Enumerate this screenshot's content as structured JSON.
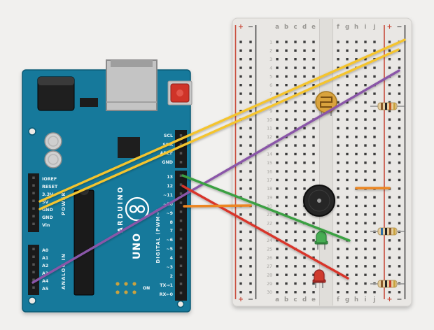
{
  "canvas": {
    "background": "#f1f0ee"
  },
  "arduino": {
    "board_color": "#15799b",
    "reset_button_color": "#cf3428",
    "brand": "ARDUINO",
    "model": "UNO",
    "on_label": "ON",
    "sections": {
      "digital": "DIGITAL (PWM~)",
      "power": "POWER",
      "analog": "ANALOG IN"
    },
    "top_pins": [
      "SCL",
      "SDA",
      "AREF",
      "GND"
    ],
    "digital_pins": [
      "13",
      "12",
      "~11",
      "~10",
      "~9",
      "8",
      "7",
      "~6",
      "~5",
      "4",
      "~3",
      "2",
      "TX→1",
      "RX←0"
    ],
    "power_pins": [
      "IOREF",
      "RESET",
      "3.3V",
      "5V",
      "GND",
      "GND",
      "Vin"
    ],
    "analog_pins": [
      "A0",
      "A1",
      "A2",
      "A3",
      "A4",
      "A5"
    ]
  },
  "breadboard": {
    "plus": "+",
    "minus": "−",
    "rail_positive_color": "#c84b3b",
    "rail_negative_color": "#474747",
    "columns_left": [
      "a",
      "b",
      "c",
      "d",
      "e"
    ],
    "columns_right": [
      "f",
      "g",
      "h",
      "i",
      "j"
    ],
    "row_numbers": [
      "1",
      "2",
      "3",
      "4",
      "5",
      "6",
      "7",
      "8",
      "9",
      "10",
      "11",
      "12",
      "13",
      "14",
      "15",
      "16",
      "17",
      "18",
      "19",
      "20",
      "21",
      "22",
      "23",
      "24",
      "25",
      "26",
      "27",
      "28",
      "29",
      "30"
    ]
  },
  "components": {
    "photoresistor": {
      "name": "photoresistor",
      "body": "#d9a33c",
      "squiggle": "#7a4f12"
    },
    "buzzer": {
      "name": "piezo-buzzer",
      "body": "#262626"
    },
    "led_green": {
      "name": "green-led",
      "body": "#46ad52"
    },
    "led_red": {
      "name": "red-led",
      "body": "#cf3a2e"
    },
    "resistor_top": {
      "name": "resistor",
      "body": "#e6cfa0",
      "bands": [
        "#8a5a2b",
        "#222222",
        "#c2571f",
        "#c9a23f"
      ]
    },
    "resistor_mid": {
      "name": "resistor",
      "body": "#e6cfa0",
      "bands": [
        "#2e6da4",
        "#222222",
        "#8a5a2b",
        "#c9a23f"
      ]
    },
    "resistor_bottom": {
      "name": "resistor",
      "body": "#e6cfa0",
      "bands": [
        "#8a5a2b",
        "#222222",
        "#c23a2a",
        "#c9a23f"
      ]
    }
  },
  "wires": {
    "yellow_a": {
      "color": "#f4c42f",
      "from": "arduino-5v",
      "to": "right-rail-top"
    },
    "yellow_b": {
      "color": "#f4c42f",
      "from": "arduino-gnd",
      "to": "right-rail-top"
    },
    "purple": {
      "color": "#8a56a8",
      "from": "arduino-a4",
      "to": "right-block-upper-rows"
    },
    "green": {
      "color": "#3aa042",
      "from": "arduino-pin-13",
      "to": "green-led-row"
    },
    "red": {
      "color": "#d8352a",
      "from": "arduino-pin-12",
      "to": "red-led-row"
    },
    "orange_long": {
      "color": "#ec8622",
      "from": "arduino-pin-10",
      "to": "left-rail"
    },
    "orange_short": {
      "color": "#ec8622",
      "from": "buzzer-row",
      "to": "right-rail"
    }
  }
}
